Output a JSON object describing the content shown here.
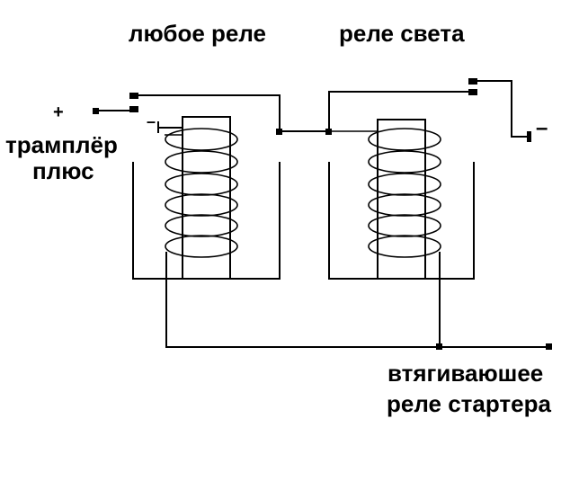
{
  "labels": {
    "relay_any": "любое реле",
    "relay_light": "реле света",
    "plus_sign": "+",
    "minus_sign_left": "–",
    "minus_sign_right": "–",
    "trampler_line1": "трамплёр",
    "trampler_line2": "плюс",
    "starter_line1": "втягиваюшее",
    "starter_line2": "реле стартера"
  },
  "colors": {
    "line": "#000000",
    "background": "#ffffff"
  }
}
